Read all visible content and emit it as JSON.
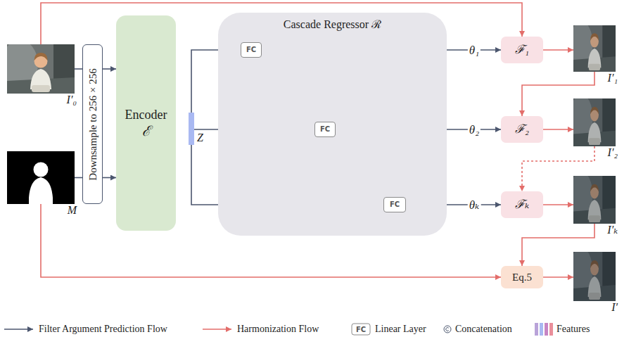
{
  "diagram": {
    "nodes": [
      {
        "text": [
          "I′₀"
        ]
      },
      {
        "text": [
          "M"
        ]
      },
      {
        "text": [
          "Downsample to 256 × 256"
        ]
      },
      {
        "text": [
          "Encoder",
          "ℰ"
        ]
      },
      {
        "text": [
          "Z"
        ]
      },
      {
        "text": [
          "Cascade Regressor ℛ"
        ]
      },
      {
        "text": [
          "FC"
        ],
        "in": 5
      },
      {
        "text": [
          "FC"
        ],
        "in": 5
      },
      {
        "text": [
          "FC"
        ],
        "in": 5
      },
      {
        "text": [
          "ℱ₁"
        ]
      },
      {
        "text": [
          "I′₁"
        ]
      },
      {
        "text": [
          "ℱ₂"
        ]
      },
      {
        "text": [
          "I′₂"
        ]
      },
      {
        "text": [
          "ℱₖ"
        ]
      },
      {
        "text": [
          "I′ₖ"
        ]
      },
      {
        "text": [
          "Eq.5"
        ]
      },
      {
        "text": [
          "I′"
        ]
      }
    ],
    "edges": [
      {
        "from": 0,
        "to": 2,
        "arrow": "none"
      },
      {
        "from": 1,
        "to": 2,
        "arrow": "none"
      },
      {
        "from": 2,
        "to": 3,
        "arrow": "to"
      },
      {
        "from": 2,
        "to": 3,
        "arrow": "to"
      },
      {
        "from": 4,
        "to": 6,
        "arrow": "to"
      },
      {
        "from": 4,
        "to": 7,
        "arrow": "to"
      },
      {
        "from": 4,
        "to": 8,
        "arrow": "to"
      },
      {
        "from": 6,
        "to": 7,
        "arrow": "to"
      },
      {
        "from": 7,
        "to": 8,
        "arrow": "to"
      },
      {
        "from": 6,
        "to": 9,
        "label": "θ₁",
        "arrow": "to"
      },
      {
        "from": 7,
        "to": 11,
        "label": "θ₂",
        "arrow": "to"
      },
      {
        "from": 8,
        "to": 13,
        "label": "θₖ",
        "arrow": "to"
      },
      {
        "from": 0,
        "to": 9,
        "arrow": "to"
      },
      {
        "from": 9,
        "to": 10,
        "arrow": "to"
      },
      {
        "from": 10,
        "to": 11,
        "arrow": "to"
      },
      {
        "from": 11,
        "to": 12,
        "arrow": "to"
      },
      {
        "from": 12,
        "to": 13,
        "arrow": "to"
      },
      {
        "from": 13,
        "to": 14,
        "arrow": "to"
      },
      {
        "from": 14,
        "to": 15,
        "arrow": "to"
      },
      {
        "from": 1,
        "to": 15,
        "arrow": "to"
      },
      {
        "from": 15,
        "to": 16,
        "arrow": "to"
      }
    ],
    "labels": [
      "FC"
    ],
    "legend": [
      {
        "text": "Filter Argument Prediction Flow"
      },
      {
        "text": "Harmonization Flow"
      },
      {
        "text": "Linear Layer"
      },
      {
        "text": "Concatenation"
      },
      {
        "text": "Features"
      }
    ]
  }
}
